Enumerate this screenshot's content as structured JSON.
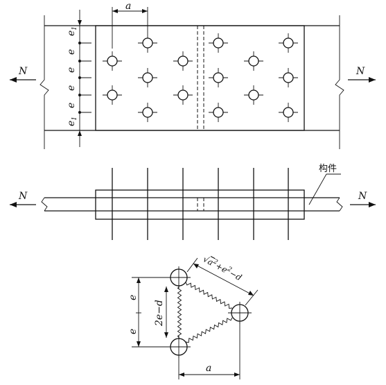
{
  "figure": {
    "top_view": {
      "force_label_left": "N",
      "force_label_right": "N",
      "dim_pitch": "a",
      "edge_label_top": "e",
      "edge_label_top_sub": "1",
      "edge_label_bottom": "e",
      "edge_label_bottom_sub": "1",
      "spacing_labels": [
        "e",
        "e",
        "e",
        "e"
      ]
    },
    "side_view": {
      "force_label_left": "N",
      "force_label_right": "N",
      "member_label": "构件"
    },
    "detail": {
      "diagonal_label": "√(a²+e²)−d",
      "diagonal_radicand": "a",
      "diagonal_radicand_sup": "2",
      "diagonal_plus": "+e",
      "diagonal_plus_sup": "2",
      "diagonal_tail": "−d",
      "vertical_label": "2e−d",
      "e_upper": "e",
      "e_lower": "e",
      "horizontal_label": "a"
    }
  }
}
